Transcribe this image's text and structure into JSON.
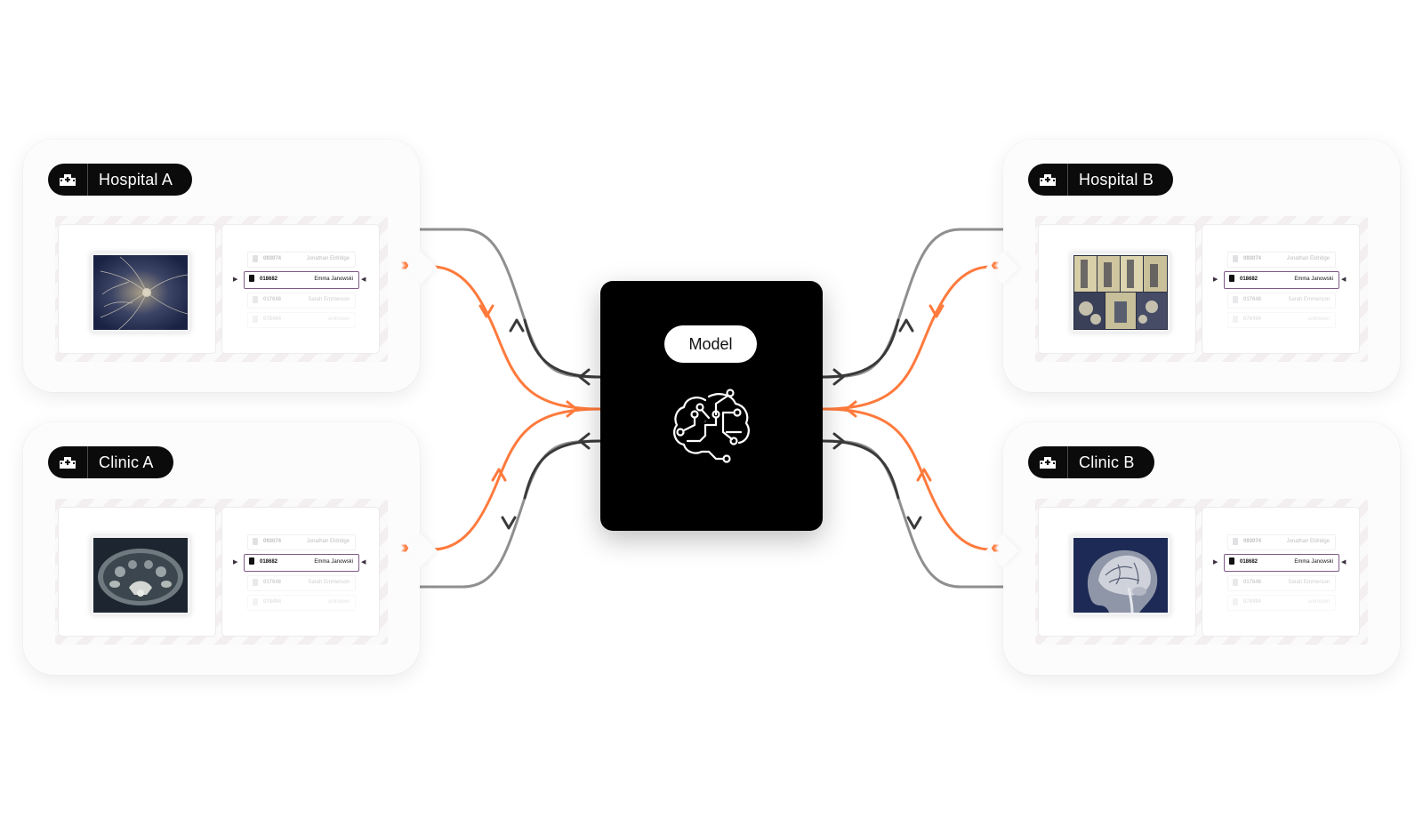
{
  "model": {
    "label": "Model",
    "icon": "brain-circuit-icon"
  },
  "colors": {
    "accent": "#ff7a3c",
    "dark_flow": "#3a3a3a",
    "light_flow": "#8f8f8f",
    "card": "#fcfcfd",
    "pill": "#0b0b0c"
  },
  "sites": [
    {
      "name": "Hospital A",
      "icon": "hospital-icon",
      "image": "retina-fundus-scan",
      "records": [
        {
          "id": "093074",
          "name": "Jonathan Eldridge"
        },
        {
          "id": "018682",
          "name": "Emma Janowski"
        },
        {
          "id": "017648",
          "name": "Sarah Emmerson"
        },
        {
          "id": "078494",
          "name": "unknown"
        }
      ]
    },
    {
      "name": "Hospital B",
      "icon": "hospital-icon",
      "image": "xray-montage-scan",
      "records": [
        {
          "id": "093074",
          "name": "Jonathan Eldridge"
        },
        {
          "id": "018682",
          "name": "Emma Janowski"
        },
        {
          "id": "017648",
          "name": "Sarah Emmerson"
        },
        {
          "id": "078494",
          "name": "unknown"
        }
      ]
    },
    {
      "name": "Clinic A",
      "icon": "hospital-icon",
      "image": "abdominal-ct-scan",
      "records": [
        {
          "id": "093074",
          "name": "Jonathan Eldridge"
        },
        {
          "id": "018682",
          "name": "Emma Janowski"
        },
        {
          "id": "017648",
          "name": "Sarah Emmerson"
        },
        {
          "id": "078494",
          "name": "unknown"
        }
      ]
    },
    {
      "name": "Clinic B",
      "icon": "hospital-icon",
      "image": "brain-mri-scan",
      "records": [
        {
          "id": "093074",
          "name": "Jonathan Eldridge"
        },
        {
          "id": "018682",
          "name": "Emma Janowski"
        },
        {
          "id": "017648",
          "name": "Sarah Emmerson"
        },
        {
          "id": "078494",
          "name": "unknown"
        }
      ]
    }
  ]
}
